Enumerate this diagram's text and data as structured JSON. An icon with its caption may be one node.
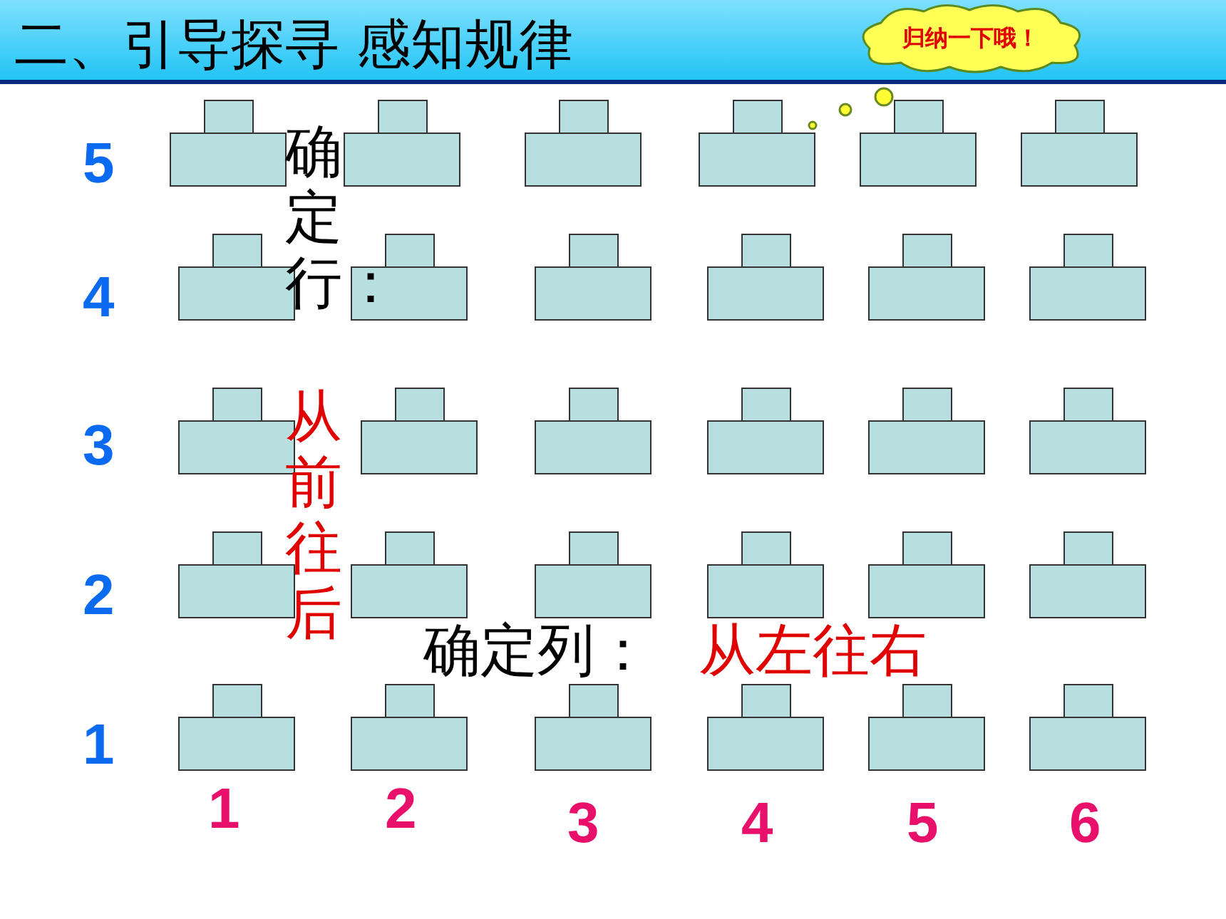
{
  "diagram": {
    "title": "二、引导探寻 感知规律",
    "nodes": [
      {
        "text": [
          "归纳一下哦！"
        ]
      },
      {
        "text": [],
        "shape": "box"
      },
      {
        "text": [],
        "shape": "box"
      },
      {
        "text": [],
        "shape": "box"
      },
      {
        "text": [],
        "shape": "box"
      },
      {
        "text": [],
        "shape": "box"
      },
      {
        "text": [],
        "shape": "box"
      },
      {
        "text": [],
        "shape": "box"
      },
      {
        "text": [],
        "shape": "box"
      },
      {
        "text": [],
        "shape": "box"
      },
      {
        "text": [],
        "shape": "box"
      },
      {
        "text": [],
        "shape": "box"
      },
      {
        "text": [],
        "shape": "box"
      },
      {
        "text": [],
        "shape": "box"
      },
      {
        "text": [],
        "shape": "box"
      },
      {
        "text": [],
        "shape": "box"
      },
      {
        "text": [],
        "shape": "box"
      },
      {
        "text": [],
        "shape": "box"
      },
      {
        "text": [],
        "shape": "box"
      },
      {
        "text": [],
        "shape": "box"
      },
      {
        "text": [],
        "shape": "box"
      },
      {
        "text": [],
        "shape": "box"
      },
      {
        "text": [],
        "shape": "box"
      },
      {
        "text": [],
        "shape": "box"
      },
      {
        "text": [],
        "shape": "box"
      },
      {
        "text": [],
        "shape": "box"
      },
      {
        "text": [],
        "shape": "box"
      },
      {
        "text": [],
        "shape": "box"
      },
      {
        "text": [],
        "shape": "box"
      },
      {
        "text": [],
        "shape": "box"
      },
      {
        "text": [],
        "shape": "box"
      }
    ],
    "labels": [
      "5",
      "4",
      "3",
      "2",
      "1",
      "确定行：",
      "从前往后",
      "确定列：",
      "从左往右",
      "1",
      "2",
      "3",
      "4",
      "5",
      "6"
    ]
  }
}
